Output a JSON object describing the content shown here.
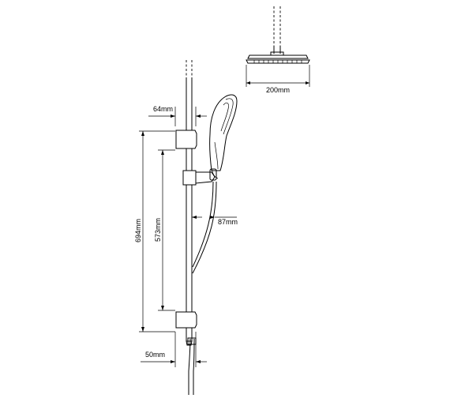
{
  "dimensions": {
    "head_diameter": "200mm",
    "bracket_offset": "64mm",
    "overall_height": "694mm",
    "adjustable_height": "573mm",
    "handset_projection": "87mm",
    "bottom_offset": "50mm"
  }
}
